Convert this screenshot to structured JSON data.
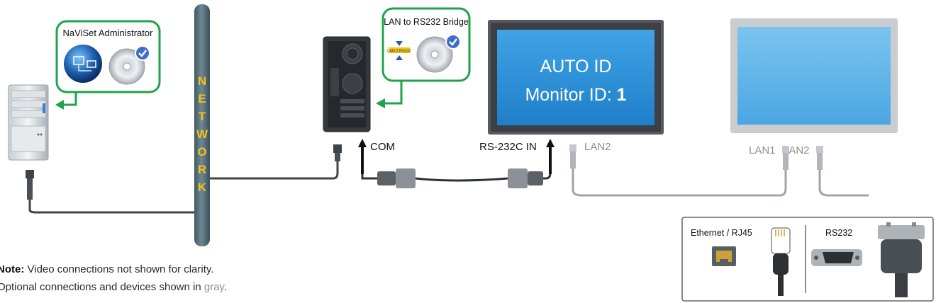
{
  "bubbles": {
    "admin": "NaViSet Administrator",
    "bridge": "LAN to RS232 Bridge",
    "bridge_chip": "LAN 2 RS232"
  },
  "network_letters": [
    "N",
    "E",
    "T",
    "W",
    "O",
    "R",
    "K"
  ],
  "monitor_main": {
    "line1": "AUTO ID",
    "line2_prefix": "Monitor ID: ",
    "line2_value": "1"
  },
  "ports": {
    "com": "COM",
    "rs232c_in": "RS-232C IN",
    "lan2_main": "LAN2",
    "lan1_second": "LAN1",
    "lan2_second": "LAN2"
  },
  "note": {
    "bold": "Note:",
    "line1": "Video connections not shown for clarity.",
    "line2_prefix": "Optional connections and devices shown in",
    "line2_gray": "gray",
    "line2_suffix": "."
  },
  "legend": {
    "ethernet": "Ethernet / RJ45",
    "rs232": "RS232"
  },
  "colors": {
    "green": "#1fa34a",
    "screen_blue": "#2b8fd6",
    "screen_blue_light": "#5fb4ea",
    "pole": "#55707c",
    "letters_yellow": "#f2c21a",
    "cable_dark": "#3f4448",
    "cable_gray": "#a0a4a8"
  }
}
